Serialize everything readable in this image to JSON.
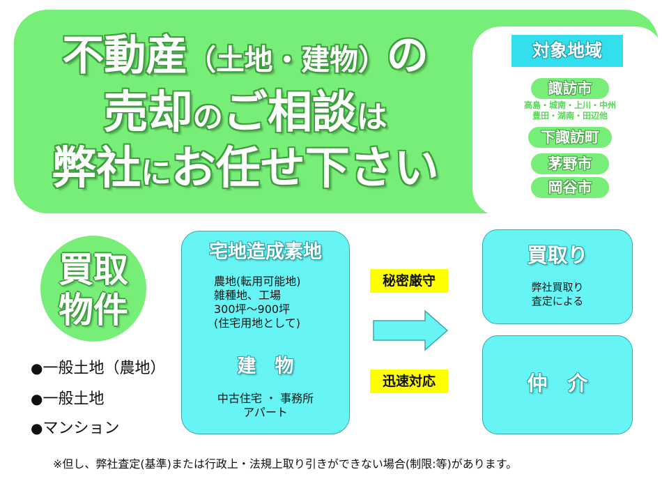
{
  "banner": {
    "headline_line1_a": "不動産",
    "headline_line1_b": "（土地・建物）",
    "headline_line1_c": "の",
    "headline_line2_a": "売却",
    "headline_line2_b": "の",
    "headline_line2_c": "ご相談",
    "headline_line2_d": "は",
    "headline_line3_a": "弊社",
    "headline_line3_b": "に",
    "headline_line3_c": "お任せ下さい"
  },
  "target_area": {
    "title": "対象地域",
    "areas": [
      {
        "name": "諏訪市"
      },
      {
        "name": "下諏訪町"
      },
      {
        "name": "茅野市"
      },
      {
        "name": "岡谷市"
      }
    ],
    "suwa_sub_line1": "高島・城南・上川・中州",
    "suwa_sub_line2": "豊田・湖南・田辺他"
  },
  "purchase_items": {
    "title_line1": "買取",
    "title_line2": "物件",
    "bullet_symbol": "●",
    "list": [
      "一般土地（農地）",
      "一般土地",
      "マンション"
    ]
  },
  "land_box": {
    "title": "宅地造成素地",
    "lines": [
      "農地(転用可能地)",
      "雑種地、工場",
      "300坪～900坪",
      "(住宅用地として)"
    ],
    "building_title": "建　物",
    "building_lines": [
      "中古住宅 ・ 事務所",
      "アパート"
    ]
  },
  "tags": {
    "secret": "秘密厳守",
    "speed": "迅速対応"
  },
  "right_boxes": {
    "buy_title": "買取り",
    "buy_lines": [
      "弊社買取り",
      "査定による"
    ],
    "broker_title": "仲　介"
  },
  "colors": {
    "green": "#77ee77",
    "cyan": "#66f4f4",
    "yellow": "#ffff00"
  },
  "footnote": "※但し、弊社査定(基準)または行政上・法規上取り引きができない場合(制限:等)があります。"
}
